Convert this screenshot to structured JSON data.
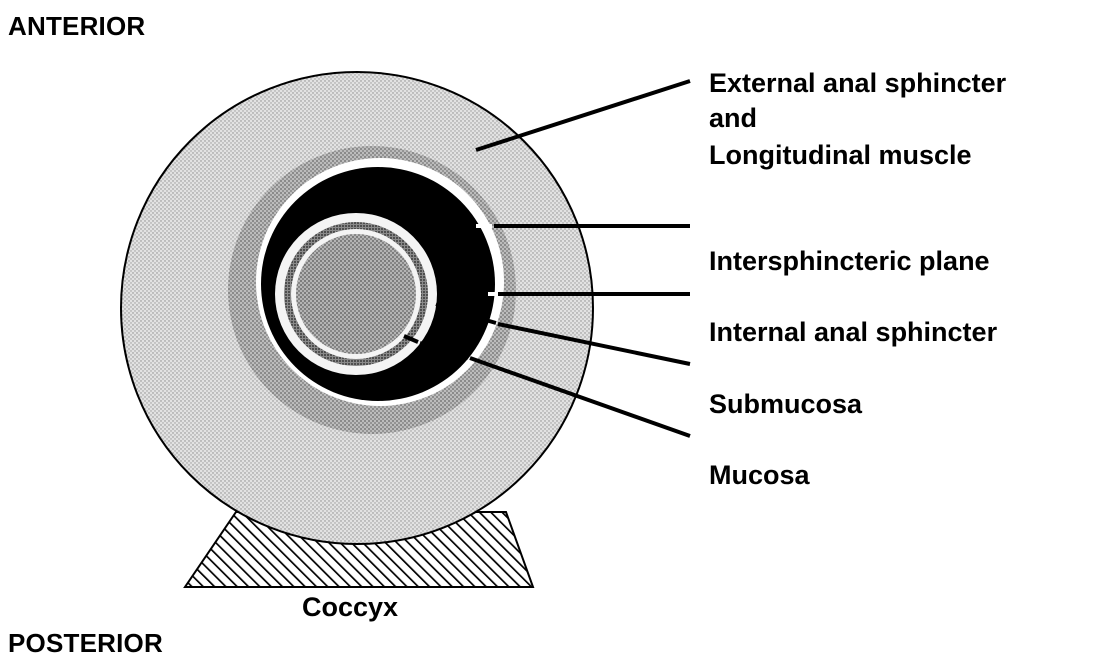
{
  "orientation": {
    "anterior": "ANTERIOR",
    "posterior": "POSTERIOR"
  },
  "coccyx_label": "Coccyx",
  "labels": {
    "external_line1": "External anal sphincter",
    "external_line2": "and",
    "external_line3": "Longitudinal muscle",
    "intersphincteric": "Intersphincteric plane",
    "internal": "Internal anal sphincter",
    "submucosa": "Submucosa",
    "mucosa": "Mucosa"
  },
  "colors": {
    "outer_ring": "#d6d6d6",
    "longitudinal_ring": "#b2b2b2",
    "intersphincteric_plane": "#ffffff",
    "internal_sphincter": "#000000",
    "submucosa": "#f2f2f2",
    "mucosa_ring": "#8c8c8c",
    "lumen": "#a8a8a8"
  }
}
